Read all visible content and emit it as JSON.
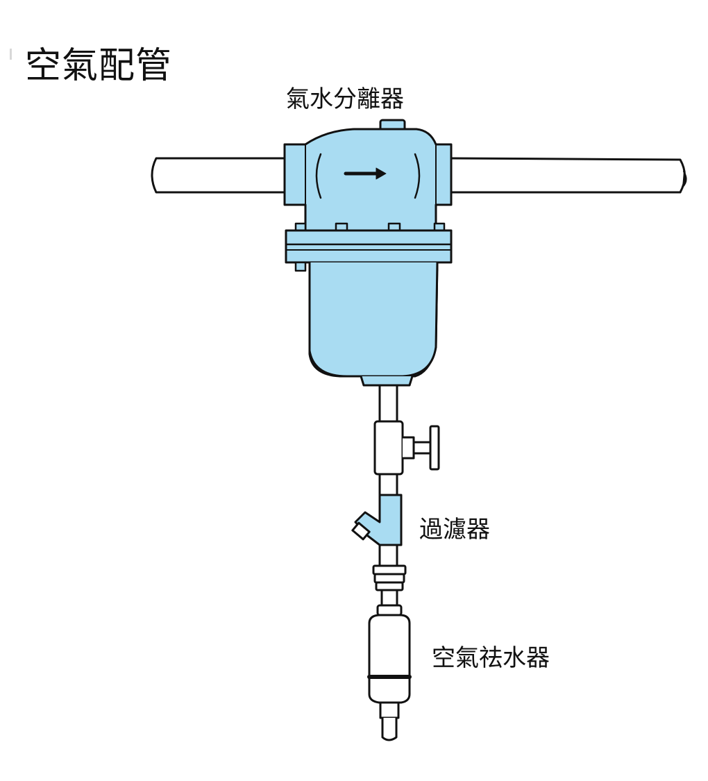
{
  "title": "空氣配管",
  "labels": {
    "separator": "氣水分離器",
    "filter": "過濾器",
    "air_trap": "空氣祛水器"
  },
  "colors": {
    "body_fill": "#a9dcf2",
    "stroke": "#111111",
    "background": "#ffffff"
  }
}
